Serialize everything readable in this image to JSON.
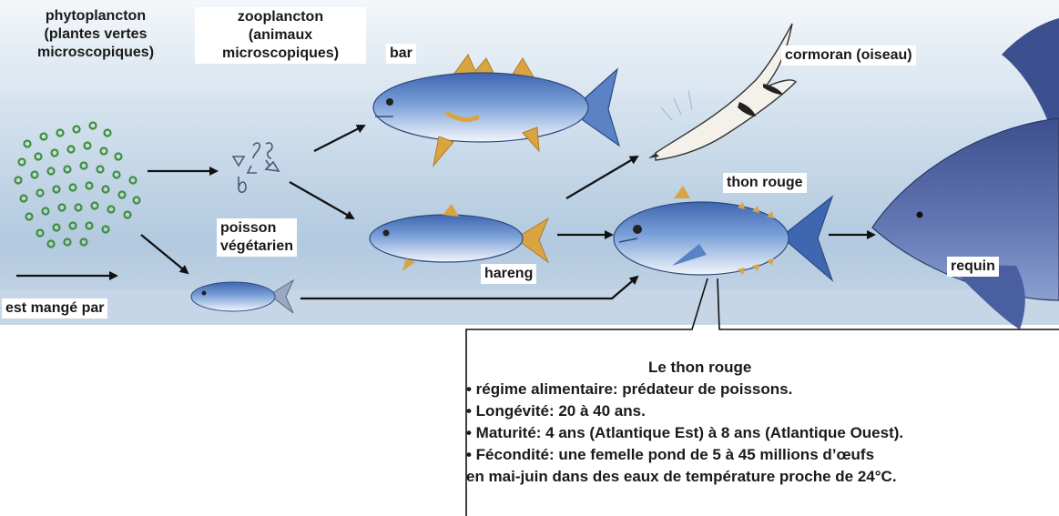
{
  "colors": {
    "water_top": "#f4f7fa",
    "water_mid": "#b9cfe3",
    "water_deep": "#8eaed0",
    "arrow": "#111111",
    "plankton_green": "#3f8f3a",
    "fish_blue": "#5a82c4",
    "fish_belly": "#eef3fb",
    "fin": "#d9a441"
  },
  "labels": {
    "phytoplancton": "phytoplancton",
    "phyto_desc_1": "(plantes vertes",
    "phyto_desc_2": "microscopiques)",
    "zooplancton": "zooplancton",
    "zoo_desc_1": "(animaux",
    "zoo_desc_2": "microscopiques)",
    "bar": "bar",
    "cormoran": "cormoran (oiseau)",
    "thon_rouge": "thon rouge",
    "poisson_1": "poisson",
    "poisson_2": "végétarien",
    "hareng": "hareng",
    "requin": "requin",
    "legend": "est mangé par"
  },
  "info_box": {
    "title": "Le thon rouge",
    "lines": [
      "• régime alimentaire: prédateur de poissons.",
      "• Longévité: 20 à 40 ans.",
      "• Maturité: 4 ans (Atlantique Est) à 8 ans (Atlantique Ouest).",
      "• Fécondité: une femelle pond de 5 à 45 millions d’œufs",
      "en mai-juin dans des eaux de température proche de 24°C."
    ]
  }
}
